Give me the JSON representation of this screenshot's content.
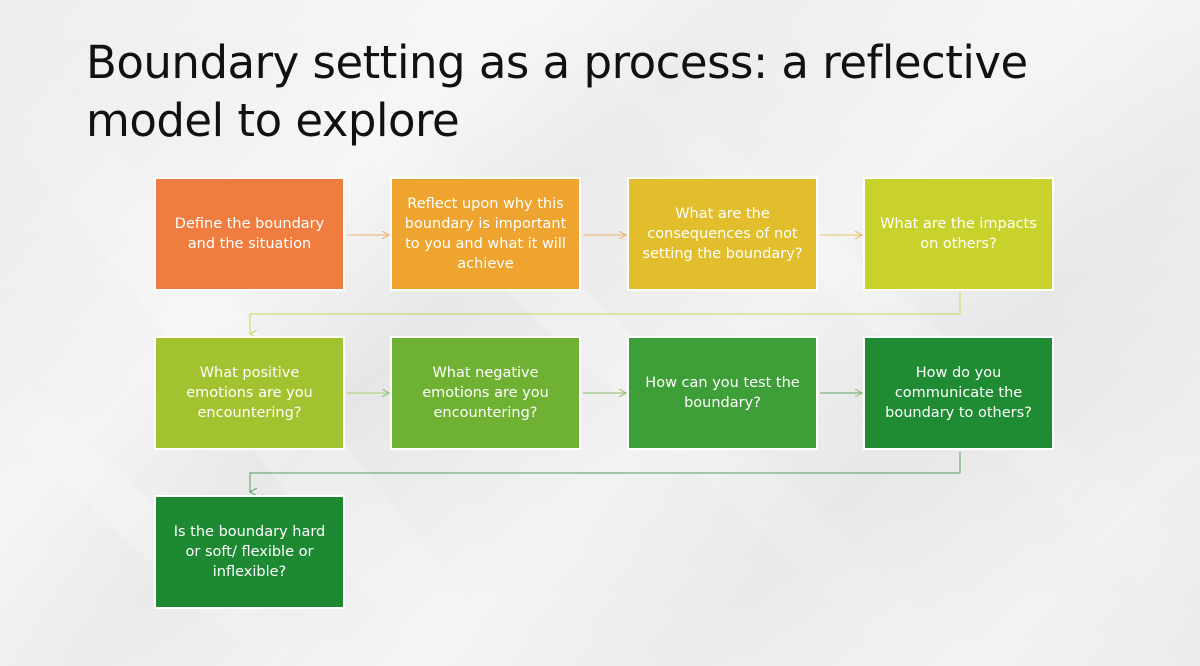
{
  "title": "Boundary setting as a process: a reflective model to explore",
  "steps": [
    {
      "label": "Define the boundary and the situation",
      "color": "#ef7d3f"
    },
    {
      "label": "Reflect upon why this boundary is important to you and what it will achieve",
      "color": "#eea42f"
    },
    {
      "label": "What are the consequences of not setting the boundary?",
      "color": "#e2bd2c"
    },
    {
      "label": "What are the impacts on others?",
      "color": "#c9d22c"
    },
    {
      "label": "What positive emotions are you encountering?",
      "color": "#a2c22f"
    },
    {
      "label": "What negative emotions are you encountering?",
      "color": "#6fb233"
    },
    {
      "label": "How can you test the boundary?",
      "color": "#3e9e37"
    },
    {
      "label": "How do you communicate the boundary to others?",
      "color": "#1f8c33"
    },
    {
      "label": "Is the boundary hard or soft/ flexible or inflexible?",
      "color": "#1d8a33"
    }
  ],
  "connector_colors": {
    "row1": "#f1b16a",
    "row1_to_row2": "#c8d35a",
    "row2": "#86bf6a",
    "row2_to_row3": "#4f9e5c"
  }
}
